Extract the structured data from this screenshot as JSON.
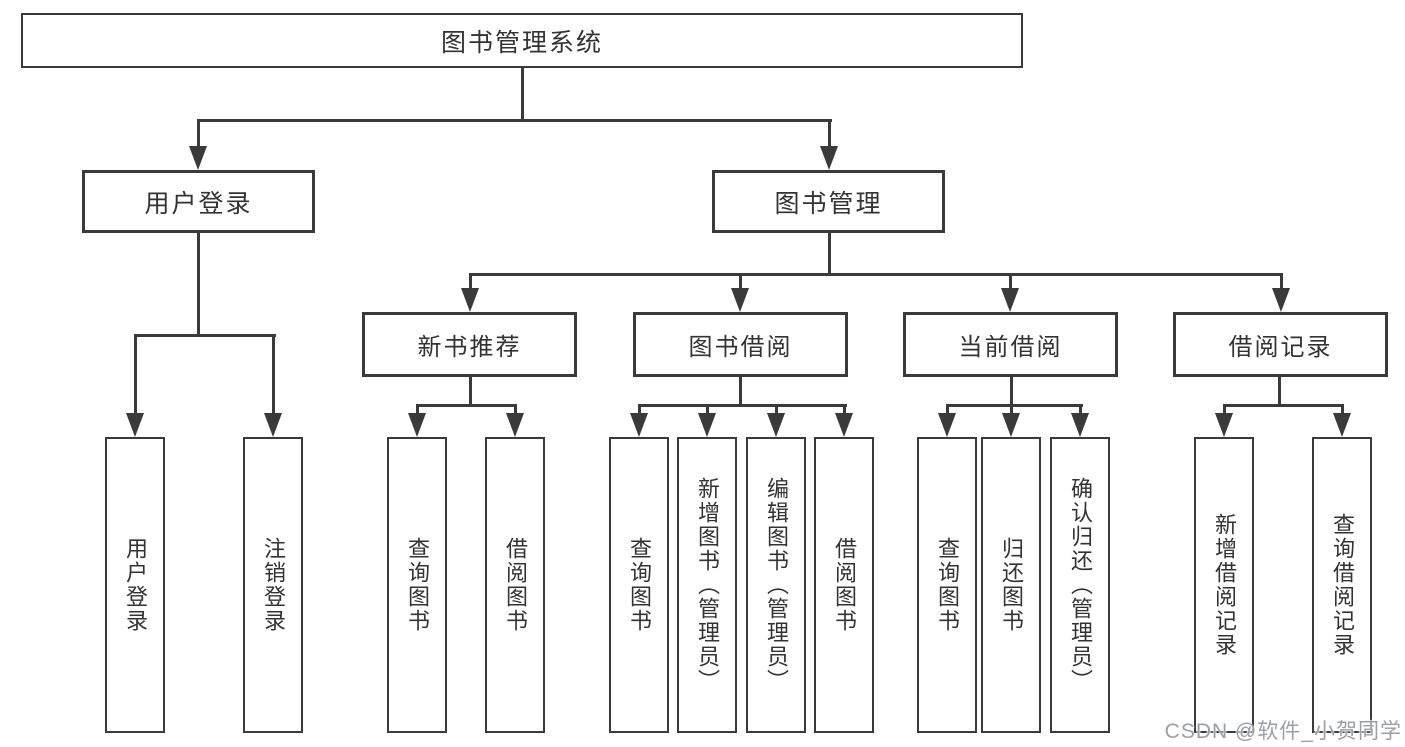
{
  "tree": {
    "root": {
      "label": "图书管理系统",
      "children": [
        {
          "label": "用户登录",
          "children": [
            {
              "label": "用户登录"
            },
            {
              "label": "注销登录"
            }
          ]
        },
        {
          "label": "图书管理",
          "children": [
            {
              "label": "新书推荐",
              "children": [
                {
                  "label": "查询图书"
                },
                {
                  "label": "借阅图书"
                }
              ]
            },
            {
              "label": "图书借阅",
              "children": [
                {
                  "label": "查询图书"
                },
                {
                  "label": "新增图书（管理员）"
                },
                {
                  "label": "编辑图书（管理员）"
                },
                {
                  "label": "借阅图书"
                }
              ]
            },
            {
              "label": "当前借阅",
              "children": [
                {
                  "label": "查询图书"
                },
                {
                  "label": "归还图书"
                },
                {
                  "label": "确认归还（管理员）"
                }
              ]
            },
            {
              "label": "借阅记录",
              "children": [
                {
                  "label": "新增借阅记录"
                },
                {
                  "label": "查询借阅记录"
                }
              ]
            }
          ]
        }
      ]
    }
  },
  "watermark": {
    "text": "CSDN @软件_小贺同学"
  },
  "colors": {
    "line": "#3a3a3a",
    "text": "#333333",
    "background": "#ffffff",
    "watermark": "#9aa0a8"
  }
}
